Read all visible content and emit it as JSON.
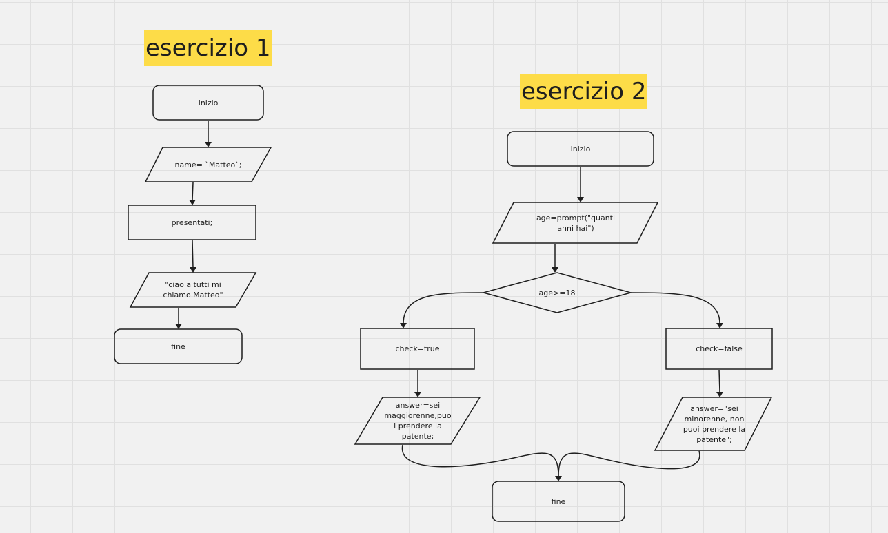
{
  "exercise1": {
    "title": "esercizio 1",
    "nodes": {
      "start": "Inizio",
      "name_assign": "name= `Matteo`;",
      "presentati": "presentati;",
      "greeting": "\"ciao a tutti mi\nchiamo Matteo\"",
      "end": "fine"
    }
  },
  "exercise2": {
    "title": "esercizio 2",
    "nodes": {
      "start": "inizio",
      "age_prompt": "age=prompt(\"quanti\nanni hai\")",
      "decision": "age>=18",
      "check_true": "check=true",
      "check_false": "check=false",
      "answer_major": "answer=sei\nmaggiorenne,puo\ni prendere la\npatente;",
      "answer_minor": "answer=\"sei\nminorenne, non\npuoi prendere la\npatente\";",
      "end": "fine"
    }
  },
  "colors": {
    "title_highlight": "#fddc48",
    "stroke": "#1e1e1e",
    "canvas_bg": "#f1f1f1",
    "grid": "#e0e0e0"
  }
}
